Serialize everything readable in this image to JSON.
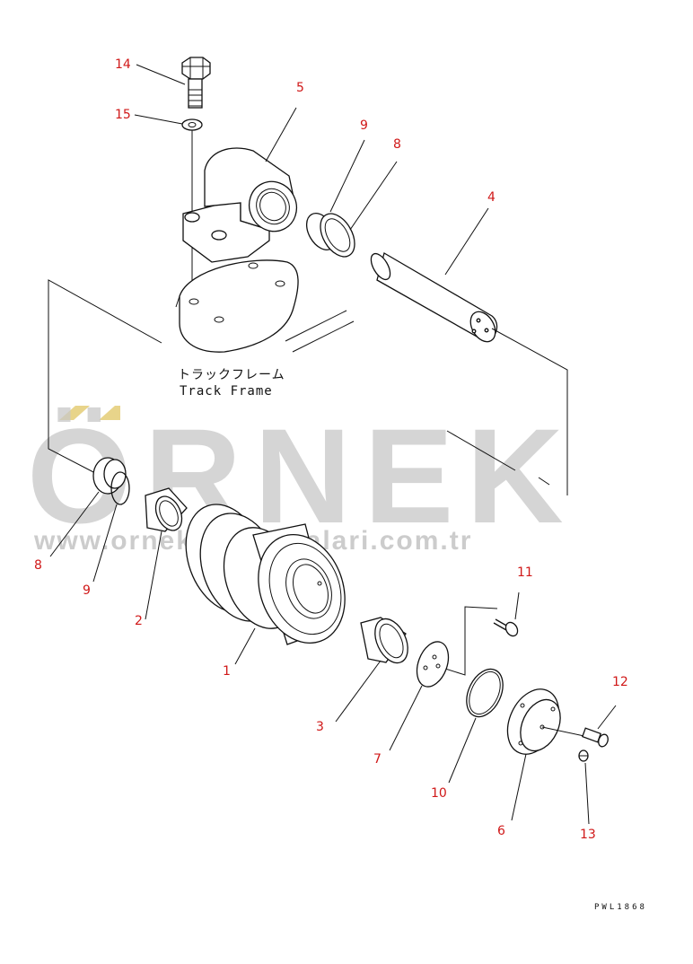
{
  "diagram": {
    "callouts": {
      "c14": "14",
      "c15": "15",
      "c5": "5",
      "c9a": "9",
      "c8a": "8",
      "c4": "4",
      "c8b": "8",
      "c9b": "9",
      "c2": "2",
      "c1": "1",
      "c3": "3",
      "c7": "7",
      "c10": "10",
      "c11": "11",
      "c12": "12",
      "c13": "13",
      "c6": "6"
    },
    "frame_label_jp": "トラックフレーム",
    "frame_label_en": "Track Frame",
    "drawing_code": "PWL1868"
  },
  "watermark": {
    "brand": "ÖRNEK",
    "url": "www.ornekismakinalari.com.tr"
  },
  "colors": {
    "callout_text": "#d01818",
    "watermark": "#c8c8c8",
    "watermark_accent": "#e8d48a",
    "linework": "#111111"
  }
}
